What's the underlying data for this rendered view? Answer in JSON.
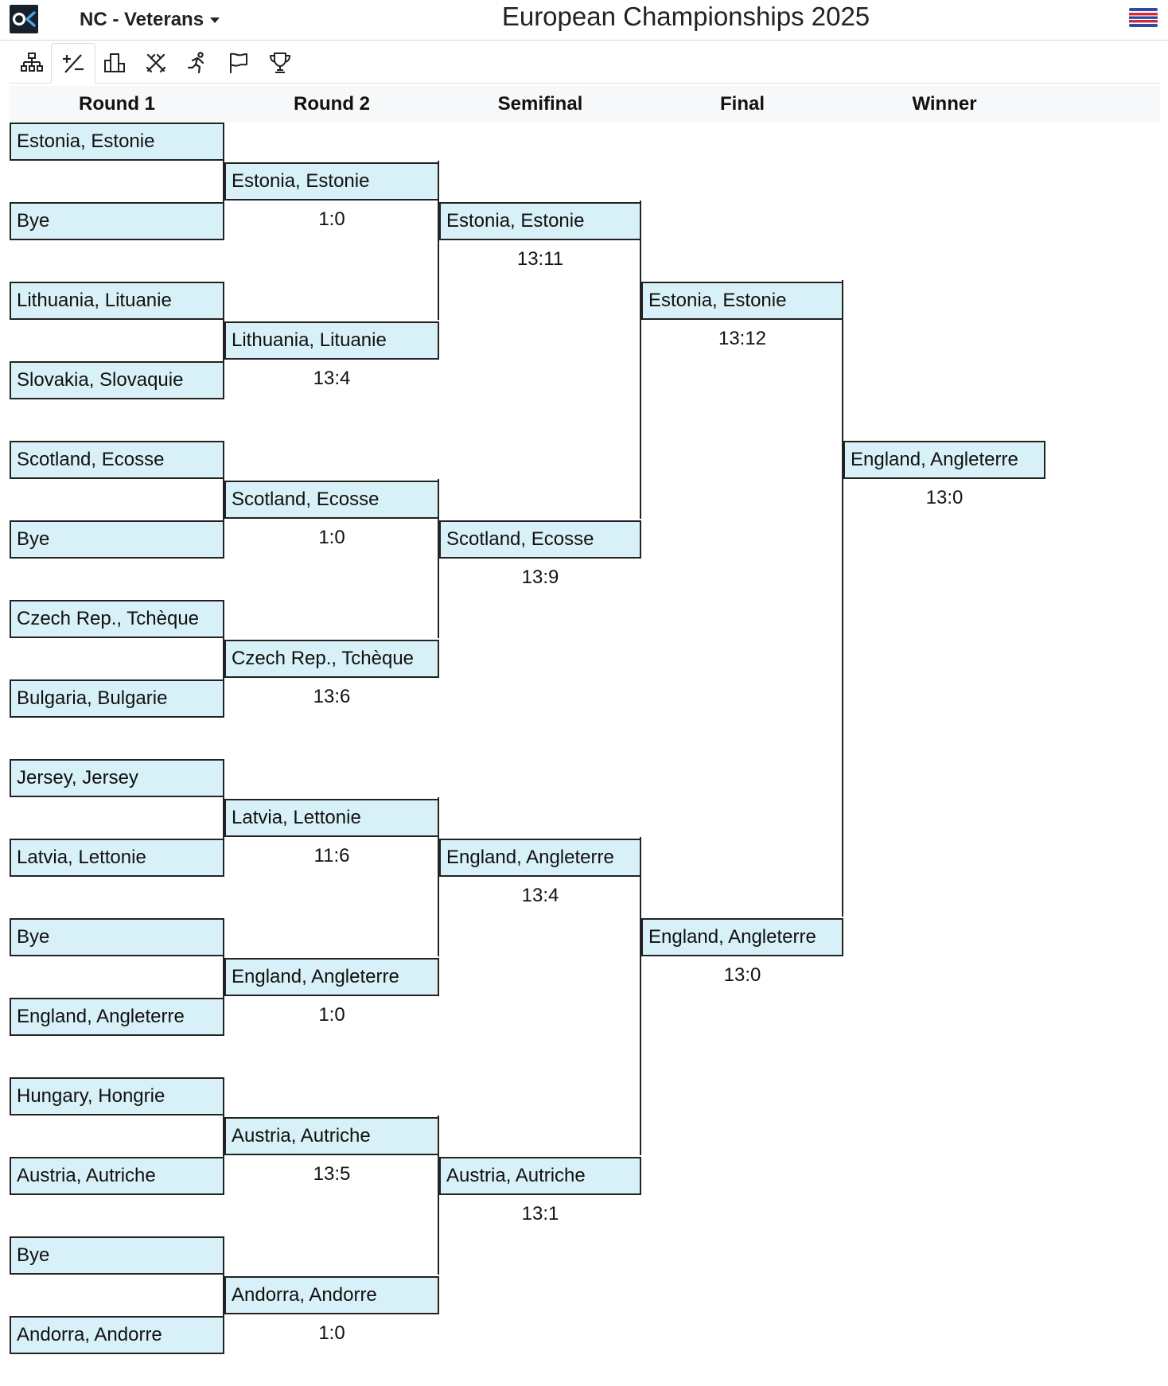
{
  "app": {
    "title": "European Championships 2025",
    "event": "NC - Veterans"
  },
  "icons": {
    "logo": "app-logo-icon",
    "flag": "language-flag-icon",
    "toolbar": [
      "bracket-tree-icon",
      "plus-minus-icon",
      "podium-icon",
      "crossed-swords-icon",
      "runner-icon",
      "flag-icon",
      "trophy-icon"
    ],
    "active_tool": "plus-minus-icon"
  },
  "colors": {
    "team_fill": "#d8f1f8",
    "border": "#222222",
    "header_bg": "#f7f8fa",
    "logo_bg": "#17202c",
    "logo_accent": "#4aa6e0"
  },
  "columns": [
    "Round 1",
    "Round 2",
    "Semifinal",
    "Final",
    "Winner"
  ],
  "rounds": {
    "round1": [
      "Estonia, Estonie",
      "Bye",
      "Lithuania, Lituanie",
      "Slovakia, Slovaquie",
      "Scotland, Ecosse",
      "Bye",
      "Czech Rep., Tchèque",
      "Bulgaria, Bulgarie",
      "Jersey, Jersey",
      "Latvia, Lettonie",
      "Bye",
      "England, Angleterre",
      "Hungary, Hongrie",
      "Austria, Autriche",
      "Bye",
      "Andorra, Andorre"
    ],
    "round2": [
      {
        "team": "Estonia, Estonie",
        "score": "1:0"
      },
      {
        "team": "Lithuania, Lituanie",
        "score": "13:4"
      },
      {
        "team": "Scotland, Ecosse",
        "score": "1:0"
      },
      {
        "team": "Czech Rep., Tchèque",
        "score": "13:6"
      },
      {
        "team": "Latvia, Lettonie",
        "score": "11:6"
      },
      {
        "team": "England, Angleterre",
        "score": "1:0"
      },
      {
        "team": "Austria, Autriche",
        "score": "13:5"
      },
      {
        "team": "Andorra, Andorre",
        "score": "1:0"
      }
    ],
    "semifinal": [
      {
        "team": "Estonia, Estonie",
        "score": "13:11"
      },
      {
        "team": "Scotland, Ecosse",
        "score": "13:9"
      },
      {
        "team": "England, Angleterre",
        "score": "13:4"
      },
      {
        "team": "Austria, Autriche",
        "score": "13:1"
      }
    ],
    "final": [
      {
        "team": "Estonia, Estonie",
        "score": "13:12"
      },
      {
        "team": "England, Angleterre",
        "score": "13:0"
      }
    ],
    "winner": [
      {
        "team": "England, Angleterre",
        "score": "13:0"
      }
    ]
  }
}
